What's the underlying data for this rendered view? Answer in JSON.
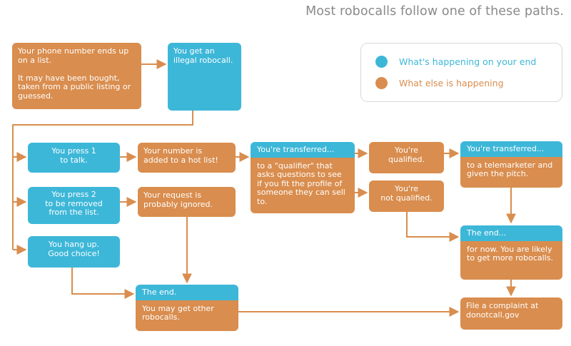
{
  "heading": "Most robocalls follow one of these paths.",
  "colors": {
    "blue": "#3db7d8",
    "orange": "#d98d4e",
    "arrow": "#d98d4e",
    "legend_blue_text": "#3db7d8",
    "legend_orange_text": "#d98d4e"
  },
  "legend": {
    "blue_label": "What's happening on your end",
    "orange_label": "What else is happening"
  },
  "nodes": {
    "number_on_list": "Your phone number ends up on a list.\n\nIt may have been bought, taken from a public listing or guessed.",
    "get_robocall": "You get an illegal robocall.",
    "press_1": "You press 1\nto talk.",
    "press_2": "You press 2\nto be removed\nfrom the list.",
    "hang_up": "You hang up.\nGood choice!",
    "hot_list": "Your number is\nadded to a hot list!",
    "ignored": "Your request is\nprobably ignored.",
    "transferred_1_title": "You're transferred...",
    "transferred_1_body": "to a \"qualifier\" that asks questions to see if you fit the profile of someone they can sell to.",
    "qualified": "You're\nqualified.",
    "not_qualified": "You're\nnot qualified.",
    "transferred_2_title": "You're transferred...",
    "transferred_2_body": "to a telemarketer and given the pitch.",
    "end_right_title": "The end...",
    "end_right_body": "for now. You are likely to get more robocalls.",
    "end_bottom_title": "The end.",
    "end_bottom_body": "You may get other robocalls.",
    "complaint": "File a complaint at\ndonotcall.gov"
  }
}
